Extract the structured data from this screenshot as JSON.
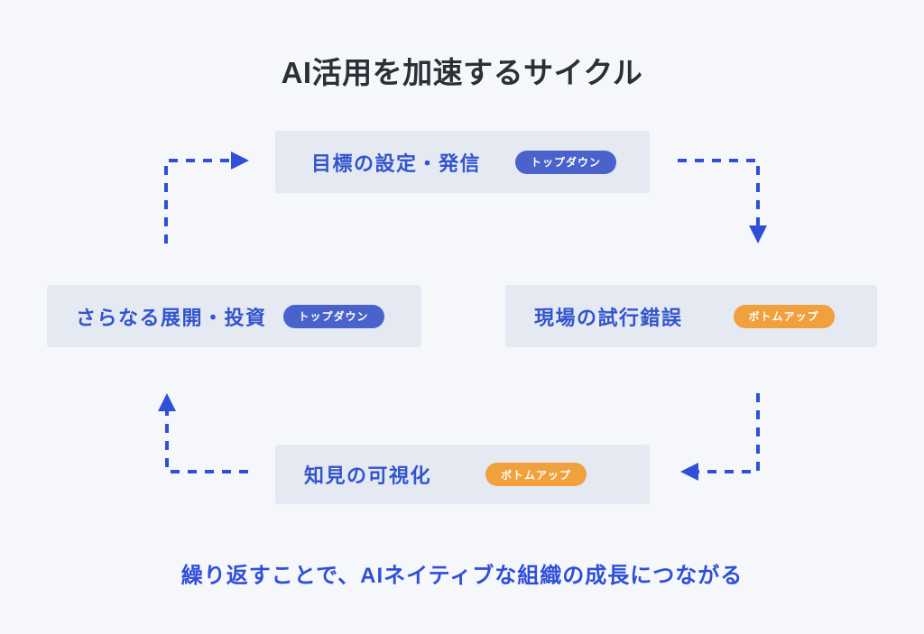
{
  "page": {
    "background_color": "#f6f7fb",
    "title": "AI活用を加速するサイクル",
    "caption": "繰り返すことで、AIネイティブな組織の成長につながる"
  },
  "colors": {
    "box_background": "#e4e9f2",
    "box_label_text": "#3355cc",
    "badge_topdown": "#4a63cc",
    "badge_bottomup": "#f0a03c",
    "arrow": "#2f4fd8",
    "title_text": "#2b2f36",
    "caption_text": "#2f4fd8"
  },
  "nodes": [
    {
      "id": "goal",
      "label": "目標の設定・発信",
      "badge": "トップダウン",
      "badge_type": "top-down"
    },
    {
      "id": "trial",
      "label": "現場の試行錯誤",
      "badge": "ボトムアップ",
      "badge_type": "bottom-up"
    },
    {
      "id": "knowledge",
      "label": "知見の可視化",
      "badge": "ボトムアップ",
      "badge_type": "bottom-up"
    },
    {
      "id": "expand",
      "label": "さらなる展開・投資",
      "badge": "トップダウン",
      "badge_type": "top-down"
    }
  ],
  "connectors": [
    {
      "id": "expand-to-goal",
      "from": "expand",
      "to": "goal",
      "direction": "right",
      "style": "dashed"
    },
    {
      "id": "goal-to-trial",
      "from": "goal",
      "to": "trial",
      "direction": "down",
      "style": "dashed"
    },
    {
      "id": "trial-to-knowledge",
      "from": "trial",
      "to": "knowledge",
      "direction": "left",
      "style": "dashed"
    },
    {
      "id": "knowledge-to-expand",
      "from": "knowledge",
      "to": "expand",
      "direction": "up",
      "style": "dashed"
    }
  ]
}
